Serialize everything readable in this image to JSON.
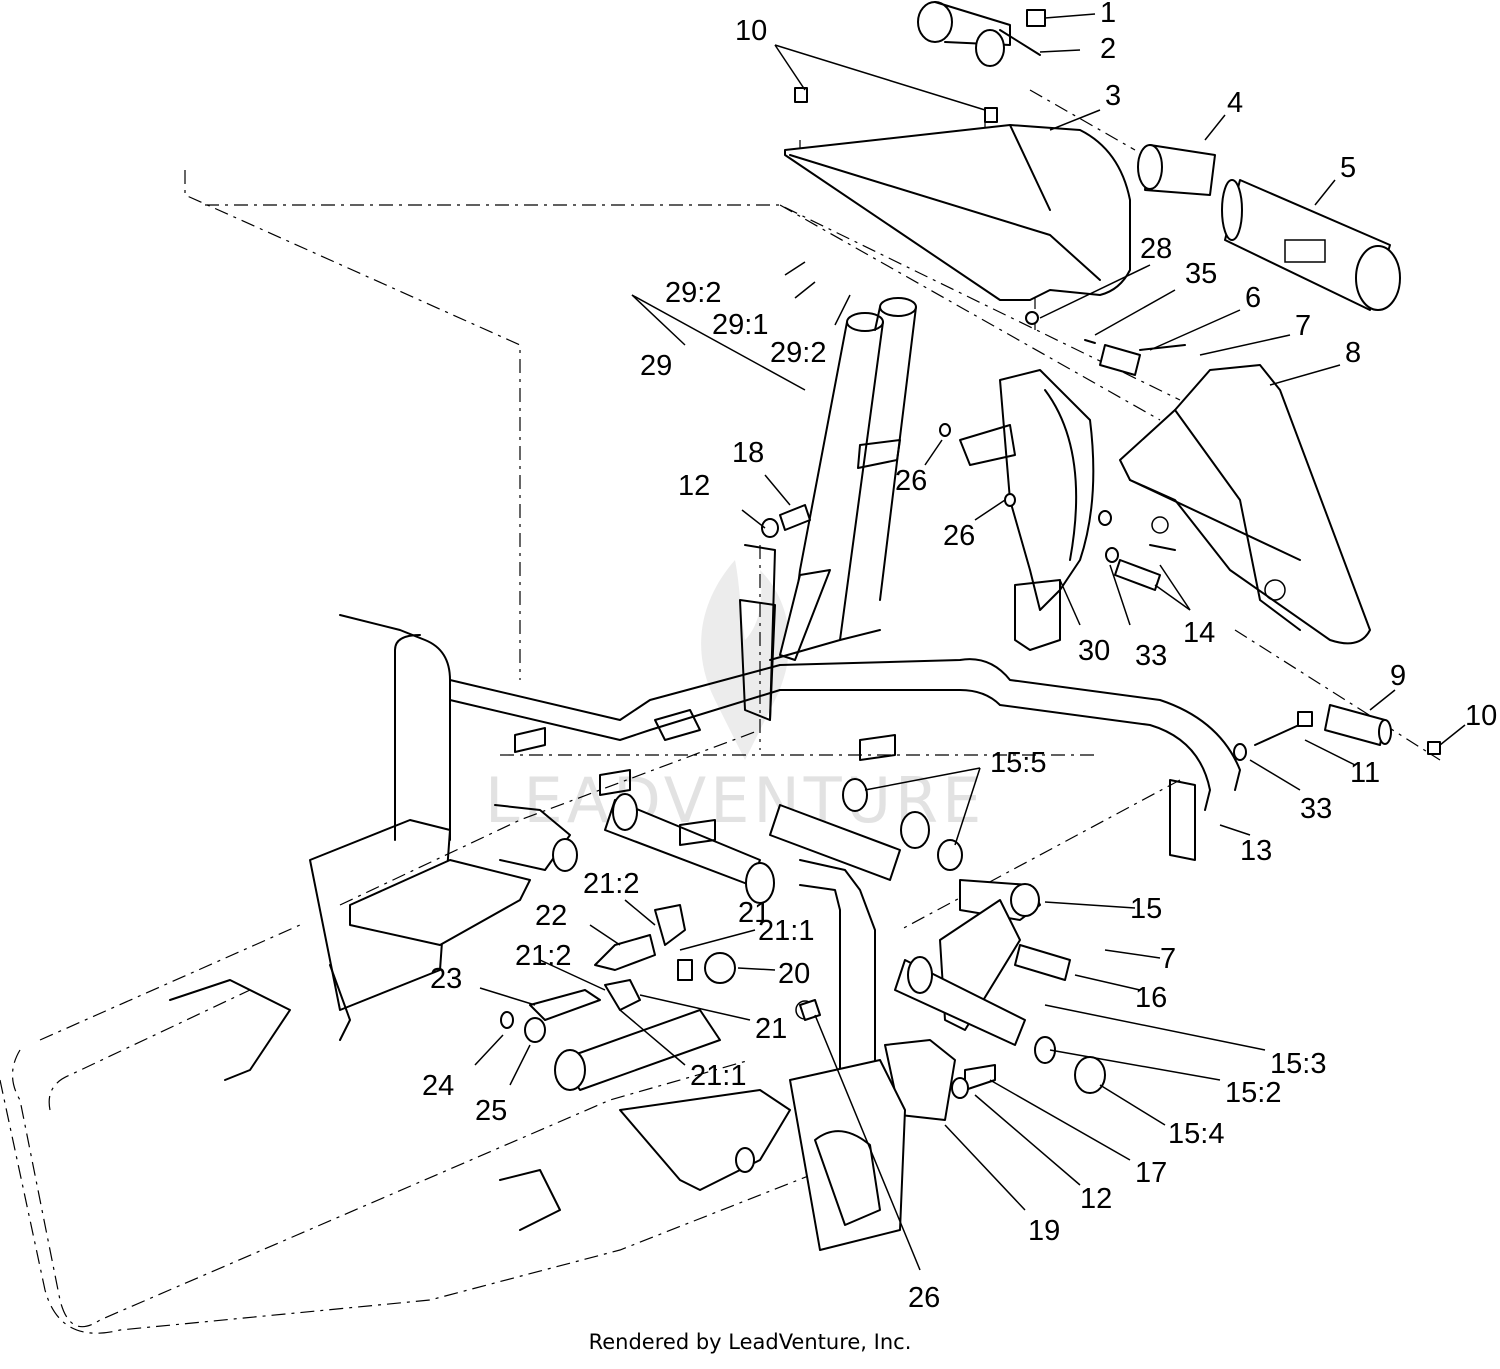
{
  "diagram": {
    "callouts": [
      "1",
      "2",
      "3",
      "4",
      "5",
      "10",
      "28",
      "35",
      "6",
      "7",
      "8",
      "29:2",
      "29:1",
      "29:2",
      "29",
      "18",
      "12",
      "26",
      "26",
      "30",
      "33",
      "14",
      "9",
      "10",
      "15:5",
      "11",
      "33",
      "13",
      "15",
      "21:2",
      "21",
      "22",
      "21:1",
      "20",
      "7",
      "23",
      "21:2",
      "21",
      "16",
      "15:3",
      "24",
      "25",
      "21:1",
      "15:2",
      "15:4",
      "17",
      "12",
      "19",
      "26"
    ],
    "watermark": "LEADVENTURE"
  },
  "footer": {
    "text": "Rendered by LeadVenture, Inc."
  }
}
